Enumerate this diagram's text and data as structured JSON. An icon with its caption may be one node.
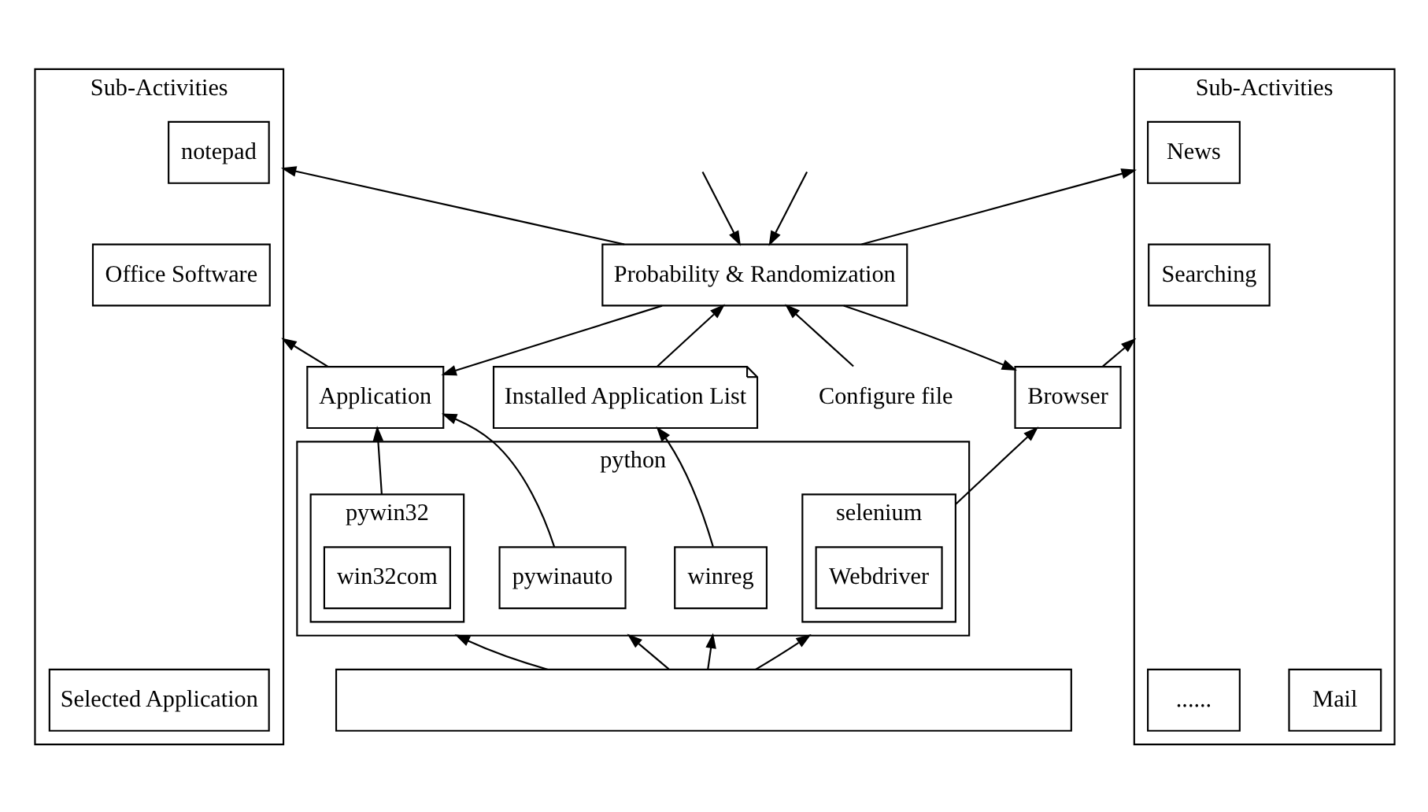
{
  "diagram": {
    "nodes": [
      {
        "text": [
          "Sub-Activities"
        ]
      },
      {
        "text": [
          "Searching"
        ],
        "in": 0
      },
      {
        "text": [
          "News"
        ],
        "in": 0
      },
      {
        "text": [
          "Mail"
        ],
        "in": 0
      },
      {
        "text": [
          "......"
        ],
        "in": 0
      },
      {
        "text": [
          "Sub-Activities"
        ]
      },
      {
        "text": [
          "Office Software"
        ],
        "in": 5
      },
      {
        "text": [
          "notepad"
        ],
        "in": 5
      },
      {
        "text": [
          "Selected Application"
        ],
        "in": 5
      },
      {
        "text": [
          "Probability & Randomization"
        ]
      },
      {
        "text": [
          "Configure file"
        ]
      },
      {
        "text": [
          "Browser"
        ]
      },
      {
        "text": [
          "Application"
        ]
      },
      {
        "text": [
          "Installed Application List"
        ]
      },
      {
        "text": [
          "python"
        ]
      },
      {
        "text": [
          "selenium"
        ],
        "in": 14
      },
      {
        "text": [
          "Webdriver"
        ],
        "in": 15
      },
      {
        "text": [
          "pywin32"
        ],
        "in": 14
      },
      {
        "text": [
          "win32com"
        ],
        "in": 17
      },
      {
        "text": [
          "pywinauto"
        ],
        "in": 14
      },
      {
        "text": [
          "winreg"
        ],
        "in": 14
      },
      {
        "text": [],
        "shape": "box"
      }
    ],
    "edges": [
      {
        "from": 11,
        "to": 0,
        "arrow": "to"
      },
      {
        "from": 12,
        "to": 5,
        "arrow": "to"
      },
      {
        "from": 13,
        "to": 9,
        "arrow": "to"
      },
      {
        "from": 9,
        "to": 5,
        "arrow": "to"
      },
      {
        "from": 9,
        "to": 0,
        "arrow": "to"
      },
      {
        "from": 9,
        "to": 12,
        "arrow": "to"
      },
      {
        "from": 9,
        "to": 11,
        "arrow": "to"
      },
      {
        "from": 17,
        "to": 12,
        "arrow": "to"
      },
      {
        "from": 19,
        "to": 12,
        "arrow": "to"
      },
      {
        "from": 15,
        "to": 11,
        "arrow": "to"
      },
      {
        "from": 20,
        "to": 13,
        "arrow": "to"
      },
      {
        "from": 21,
        "to": 14,
        "arrow": "to"
      },
      {
        "from": 21,
        "to": 14,
        "arrow": "to"
      },
      {
        "from": 21,
        "to": 14,
        "arrow": "to"
      },
      {
        "from": 21,
        "to": 14,
        "arrow": "to"
      },
      {
        "from": null,
        "to": 9,
        "arrow": "to"
      },
      {
        "from": null,
        "to": 9,
        "arrow": "to"
      },
      {
        "from": 10,
        "to": 9,
        "arrow": "to"
      }
    ]
  }
}
